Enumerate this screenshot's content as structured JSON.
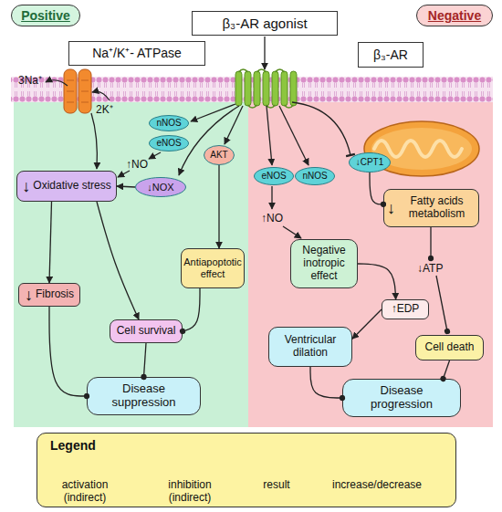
{
  "diagram": {
    "nodes": [
      {
        "text": [
          "Positive"
        ]
      },
      {
        "text": [
          "β₃-AR agonist"
        ]
      },
      {
        "text": [
          "Negative"
        ]
      },
      {
        "text": [
          "Na⁺/K⁺- ATPase"
        ]
      },
      {
        "text": [
          "β₃-AR"
        ]
      },
      {
        "text": [
          "nNOS"
        ]
      },
      {
        "text": [
          "eNOS"
        ]
      },
      {
        "text": [
          "AKT"
        ]
      },
      {
        "text": [
          "↓NOX"
        ]
      },
      {
        "text": [
          "↓",
          "Oxidative stress"
        ]
      },
      {
        "text": [
          "Antiapoptotic effect"
        ]
      },
      {
        "text": [
          "↓",
          "Fibrosis"
        ]
      },
      {
        "text": [
          "Cell survival"
        ]
      },
      {
        "text": [
          "Disease suppression"
        ]
      },
      {
        "text": [
          "eNOS"
        ]
      },
      {
        "text": [
          "nNOS"
        ]
      },
      {
        "text": [
          "↓CPT1"
        ]
      },
      {
        "text": [
          "↓",
          "Fatty acids metabolism"
        ]
      },
      {
        "text": [
          "Negative inotropic effect"
        ]
      },
      {
        "text": [
          "↑EDP"
        ]
      },
      {
        "text": [
          "Ventricular dilation"
        ]
      },
      {
        "text": [
          "Cell death"
        ]
      },
      {
        "text": [
          "Disease progression"
        ]
      },
      {
        "text": [
          "Legend"
        ]
      }
    ],
    "edges": [
      {
        "from": 9,
        "to": 11,
        "arrow": "to"
      },
      {
        "from": 9,
        "to": 12,
        "arrow": "to"
      },
      {
        "from": 8,
        "to": 9,
        "arrow": "to"
      },
      {
        "from": 7,
        "to": 10,
        "arrow": "to"
      },
      {
        "from": 10,
        "to": 12,
        "arrow": "to"
      },
      {
        "from": 11,
        "to": 13,
        "arrow": "to"
      },
      {
        "from": 12,
        "to": 13,
        "arrow": "to"
      },
      {
        "from": 18,
        "to": 19,
        "arrow": "to"
      },
      {
        "from": 19,
        "to": 20,
        "arrow": "to"
      },
      {
        "from": 16,
        "to": 17,
        "arrow": "to"
      },
      {
        "from": 20,
        "to": 22,
        "arrow": "to"
      },
      {
        "from": 21,
        "to": 22,
        "arrow": "to"
      }
    ],
    "labels": [
      "3Na⁺",
      "2K⁺",
      "↑NO",
      "↑NO",
      "↓ATP"
    ],
    "legend": [
      {
        "text": "activation (indirect)"
      },
      {
        "text": "inhibition (indirect)"
      },
      {
        "text": "result"
      },
      {
        "text": "increase/decrease"
      }
    ]
  }
}
